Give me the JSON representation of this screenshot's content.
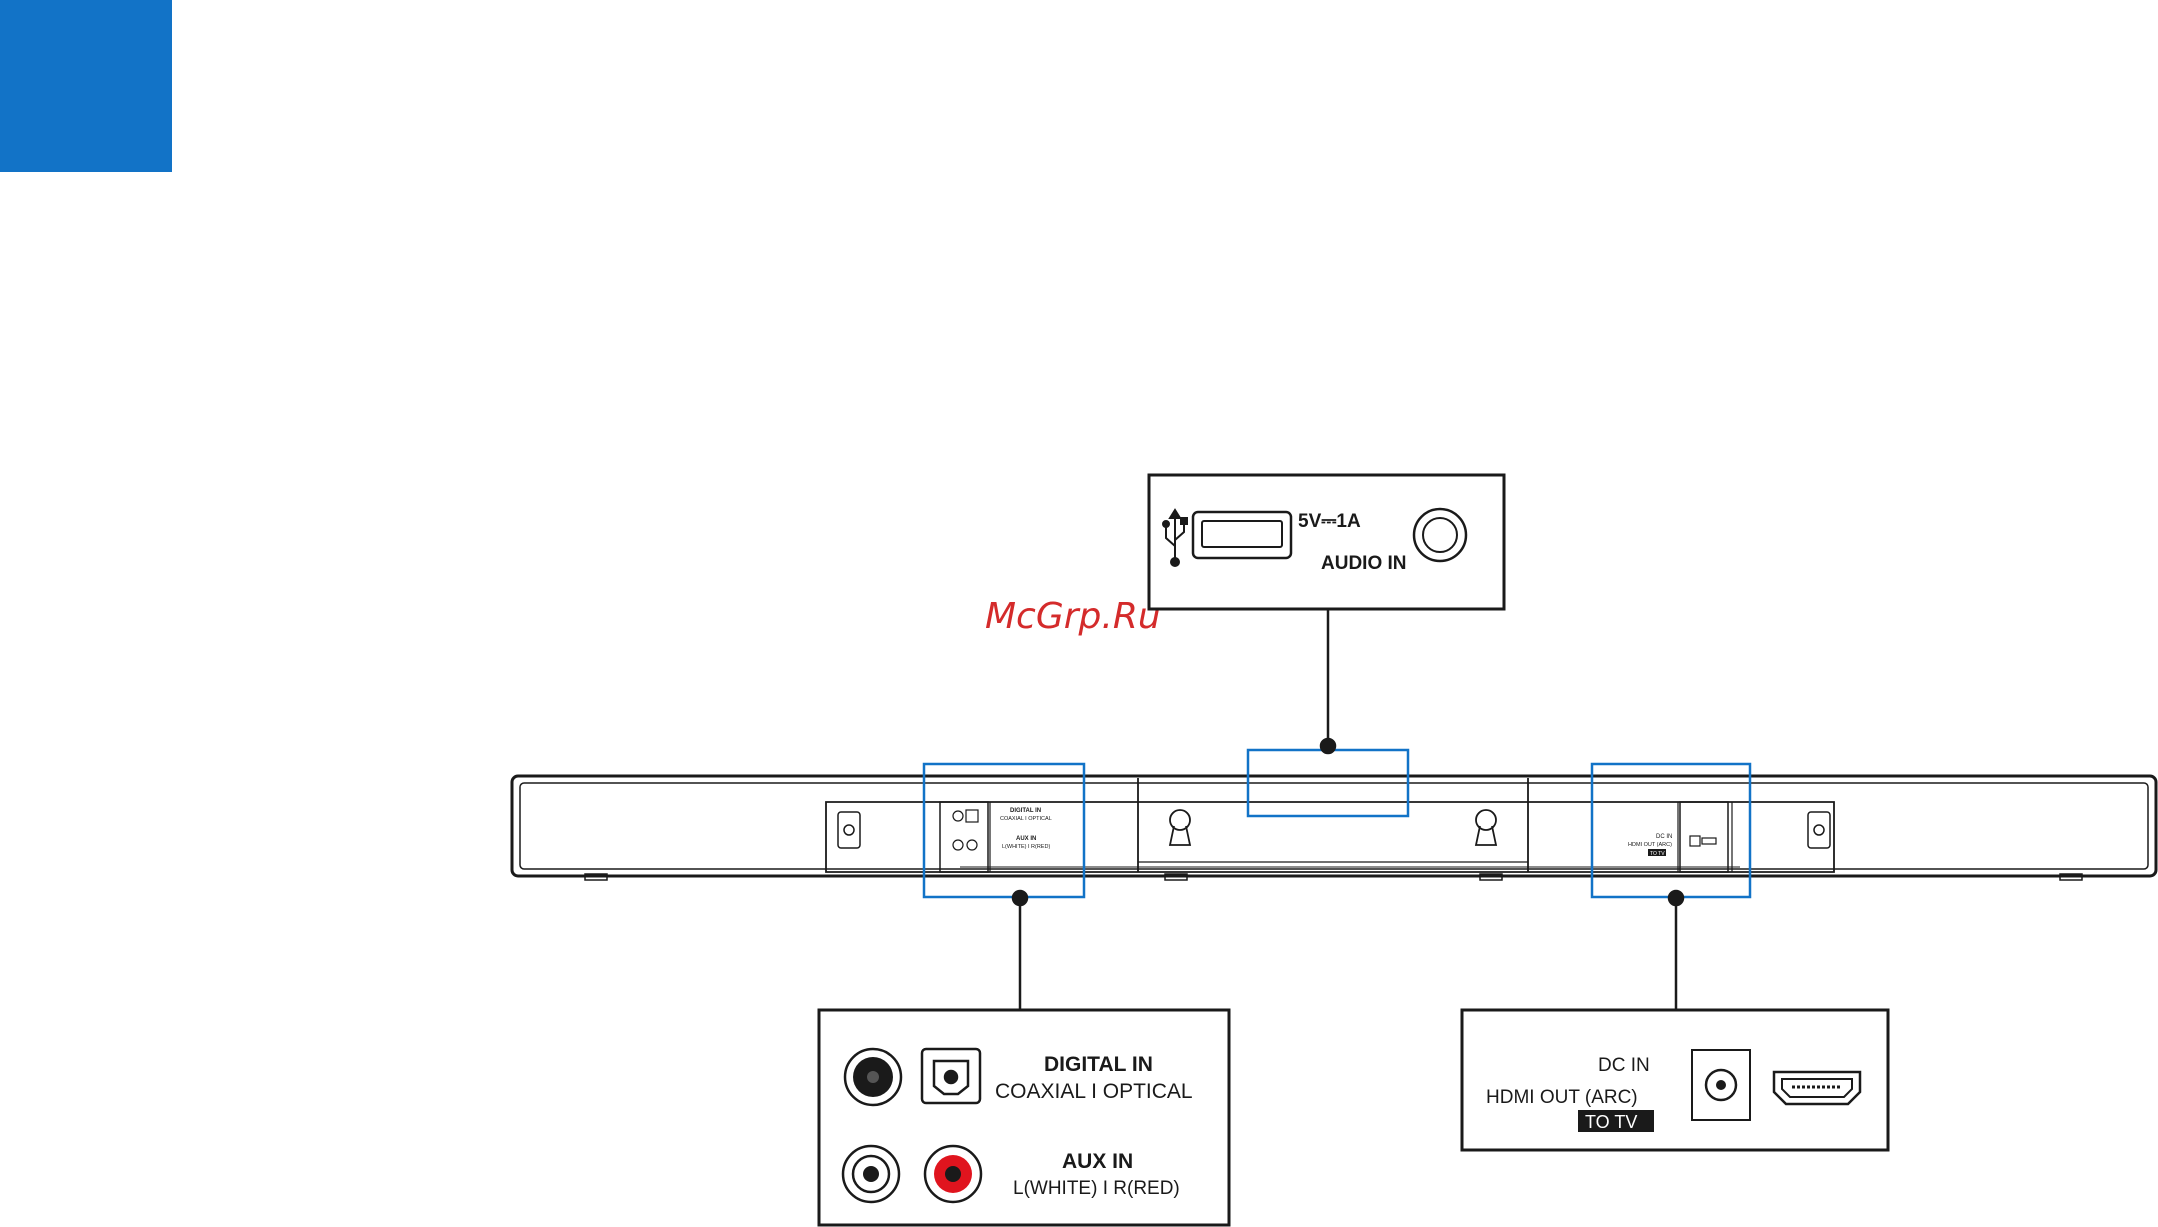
{
  "colors": {
    "accent_blue": "#1273c7",
    "highlight_box": "#1273c7",
    "line": "#1a1a1a",
    "watermark": "#d42b2b",
    "aux_red": "#e0141e"
  },
  "watermark": "McGrp.Ru",
  "top_panel": {
    "usb_icon": "usb-icon",
    "usb_rating": "5V⎓1A",
    "audio_in_label": "AUDIO IN"
  },
  "left_panel": {
    "digital_in_title": "DIGITAL IN",
    "digital_in_sub": "COAXIAL  I  OPTICAL",
    "aux_in_title": "AUX IN",
    "aux_in_sub": "L(WHITE)  I  R(RED)"
  },
  "right_panel": {
    "dc_in": "DC IN",
    "hdmi_out": "HDMI OUT (ARC)",
    "to_tv": "TO TV"
  },
  "soundbar_labels": {
    "left_small_1": "DIGITAL IN",
    "left_small_2": "COAXIAL  I  OPTICAL",
    "left_small_3": "AUX IN",
    "left_small_4": "L(WHITE)  I  R(RED)",
    "right_small_1": "DC IN",
    "right_small_2": "HDMI OUT (ARC)",
    "right_small_3": "TO TV"
  }
}
